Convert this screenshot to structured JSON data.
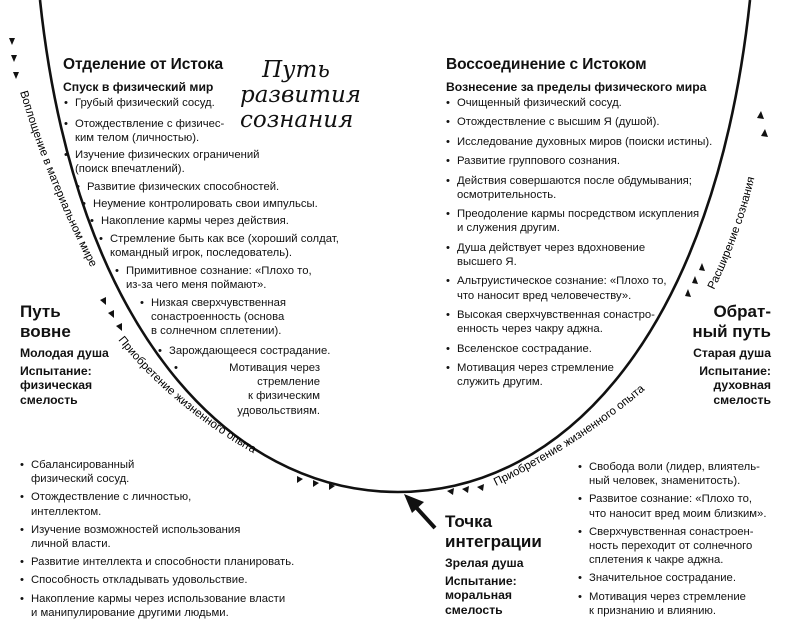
{
  "title": [
    "Путь",
    "развития",
    "сознания"
  ],
  "left_block": {
    "title": "Отделение от Истока",
    "subtitle": "Спуск в физический мир",
    "items": [
      "Грубый физический сосуд.",
      "Отождествление с физичес-\nким телом (личностью).",
      "Изучение физических ограничений\n(поиск впечатлений).",
      "Развитие физических способностей.",
      "Неумение контролировать свои импульсы.",
      "Накопление кармы через действия.",
      "Стремление быть как все (хороший солдат,\nкомандный игрок, последователь).",
      "Примитивное сознание: «Плохо то,\nиз-за чего меня поймают».",
      "Низкая сверхчувственная\nсонастроенность (основа\nв солнечном сплетении).",
      "Зарождающееся сострадание.",
      "Мотивация через\nстремление\nк физическим\nудовольствиям."
    ]
  },
  "right_block": {
    "title": "Воссоединение с Истоком",
    "subtitle": "Вознесение за пределы физического мира",
    "items": [
      "Очищенный физический сосуд.",
      "Отождествление с высшим Я (душой).",
      "Исследование духовных миров (поиски истины).",
      "Развитие группового сознания.",
      "Действия совершаются после обдумывания;\nосмотрительность.",
      "Преодоление кармы посредством искупления\nи служения другим.",
      "Душа действует через вдохновение\nвысшего Я.",
      "Альтруистическое сознание: «Плохо то,\nчто наносит вред человечеству».",
      "Высокая сверхчувственная сонастро-\nенность через чакру аджна.",
      "Вселенское сострадание.",
      "Мотивация через стремление\nслужить другим."
    ]
  },
  "outward_path": {
    "title": [
      "Путь",
      "вовне"
    ],
    "soul": "Молодая душа",
    "test": [
      "Испытание:",
      "физическая",
      "смелость"
    ]
  },
  "return_path": {
    "title": [
      "Обрат-",
      "ный путь"
    ],
    "soul": "Старая душа",
    "test": [
      "Испытание:",
      "духовная",
      "смелость"
    ]
  },
  "integration": {
    "title": [
      "Точка",
      "интеграции"
    ],
    "soul": "Зрелая душа",
    "test": [
      "Испытание:",
      "моральная",
      "смелость"
    ]
  },
  "bottom_left_items": [
    "Сбалансированный\nфизический сосуд.",
    "Отождествление с личностью,\nинтеллектом.",
    "Изучение возможностей использования\nличной власти.",
    "Развитие интеллекта и способности планировать.",
    "Способность откладывать удовольствие.",
    "Накопление кармы через использование власти\nи манипулирование другими людьми."
  ],
  "bottom_right_items": [
    "Свобода воли (лидер, влиятель-\nный человек, знаменитость).",
    "Развитое сознание: «Плохо то,\nчто наносит вред моим близким».",
    "Сверхчувственная сонастроен-\nность переходит от солнечного\nсплетения к чакре аджна.",
    "Значительное сострадание.",
    "Мотивация через стремление\nк признанию и влиянию."
  ],
  "curve_labels": {
    "left_outer": "Воплощение в материальном мире",
    "left_inner": "Приобретение жизненного опыта",
    "right_inner": "Приобретение жизненного опыта",
    "right_outer": "Расширение сознания"
  }
}
